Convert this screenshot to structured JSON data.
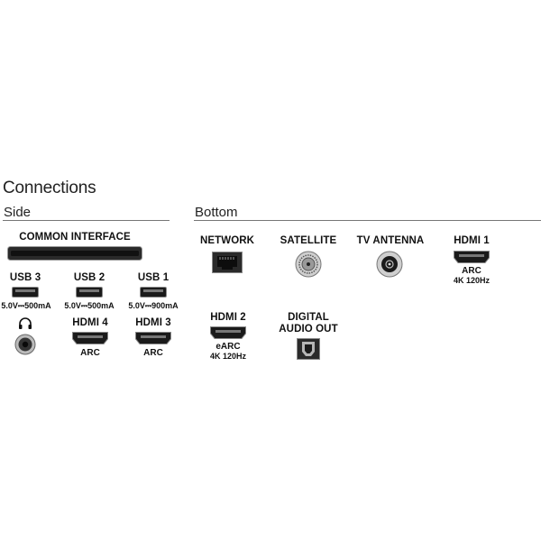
{
  "heading": "Connections",
  "side": {
    "label": "Side",
    "common_interface": "COMMON INTERFACE",
    "usb3": {
      "label": "USB 3",
      "rating": "5.0V⎓500mA"
    },
    "usb2": {
      "label": "USB 2",
      "rating": "5.0V⎓500mA"
    },
    "usb1": {
      "label": "USB 1",
      "rating": "5.0V⎓900mA"
    },
    "headphone_icon": "headphone-icon",
    "hdmi4": {
      "label": "HDMI 4",
      "note": "ARC"
    },
    "hdmi3": {
      "label": "HDMI 3",
      "note": "ARC"
    }
  },
  "bottom": {
    "label": "Bottom",
    "network": "NETWORK",
    "satellite": "SATELLITE",
    "tv_antenna": "TV ANTENNA",
    "hdmi1": {
      "label": "HDMI 1",
      "note1": "ARC",
      "note2": "4K 120Hz"
    },
    "hdmi2": {
      "label": "HDMI 2",
      "note1": "eARC",
      "note2": "4K 120Hz"
    },
    "digital_audio_line1": "DIGITAL",
    "digital_audio_line2": "AUDIO OUT"
  },
  "colors": {
    "port_dark": "#1a1a1a",
    "port_mid": "#888888",
    "rule": "#777777"
  }
}
